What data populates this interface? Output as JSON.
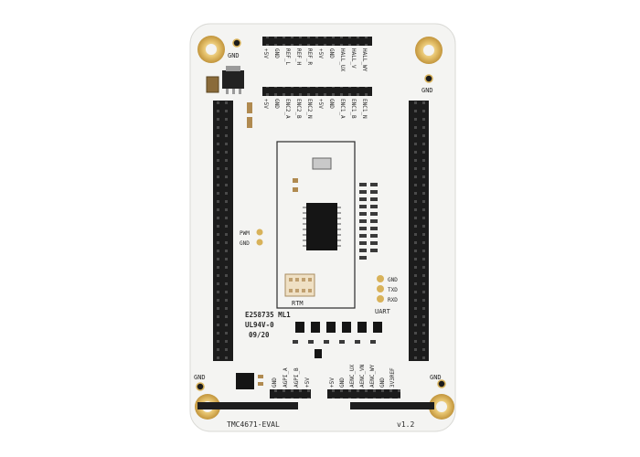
{
  "board": {
    "name": "TMC4671-EVAL",
    "version": "v1.2",
    "marking_lines": [
      "E258735 ML1",
      "UL94V-0",
      "09/20"
    ],
    "colors": {
      "pcb": "#f4f4f2",
      "header": "#1c1c1c",
      "gold": "#d8b25a",
      "silkscreen": "#2a2a2a",
      "background": "#ffffff"
    }
  },
  "labels": {
    "gnd_top_left": "GND",
    "gnd_top_right": "GND",
    "gnd_bottom_left": "GND",
    "gnd_bottom_right": "GND",
    "pwm": "PWM",
    "pwm_gnd": "GND",
    "rtm": "RTM",
    "uart": "UART",
    "uart_pins": [
      "GND",
      "TXD",
      "RXD"
    ]
  },
  "top_header_row1": [
    "+5V",
    "GND",
    "REF_L",
    "REF_H",
    "REF_R",
    "+5V",
    "GND",
    "HALL_UX",
    "HALL_V",
    "HALL_WY"
  ],
  "top_header_row2": [
    "+5V",
    "GND",
    "ENC2_A",
    "ENC2_B",
    "ENC2_N",
    "+5V",
    "GND",
    "ENC1_A",
    "ENC1_B",
    "ENC1_N"
  ],
  "bottom_header_left": [
    "GND",
    "AGPI_A",
    "AGPI_B",
    "+5V"
  ],
  "bottom_header_right": [
    "+5V",
    "GND",
    "AENC_UX",
    "AENC_VN",
    "AENC_WY",
    "GND",
    "3V3REF"
  ]
}
